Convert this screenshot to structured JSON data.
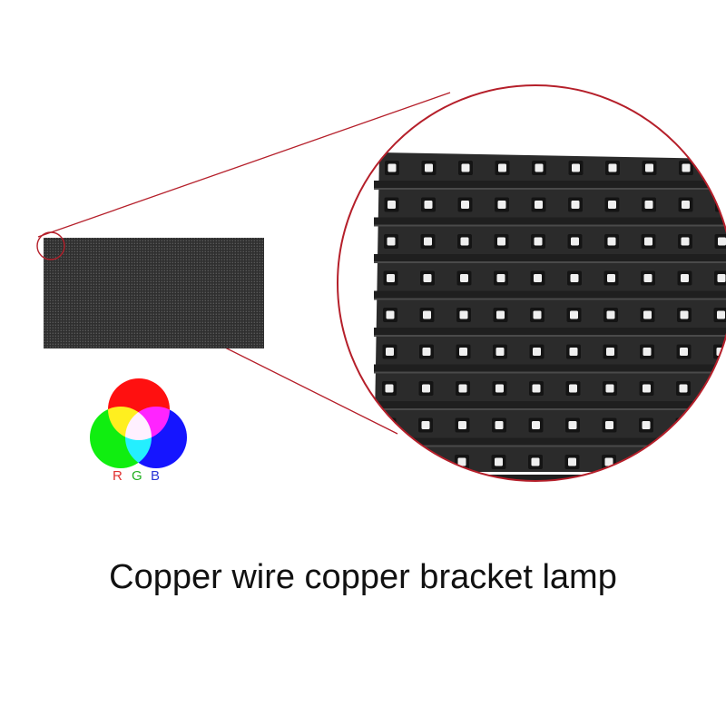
{
  "rgb_legend": {
    "labels": [
      "R",
      "G",
      "B"
    ],
    "colors": {
      "red": "#ff1010",
      "green": "#10ee10",
      "blue": "#1515ff",
      "label_r": "#e03030",
      "label_g": "#20b020",
      "label_b": "#2a36d6"
    }
  },
  "zoom": {
    "outline_color": "#b51f2a",
    "panel_color": "#2b2b2b",
    "led_color": "#efefef"
  },
  "caption": "Copper wire copper bracket lamp"
}
